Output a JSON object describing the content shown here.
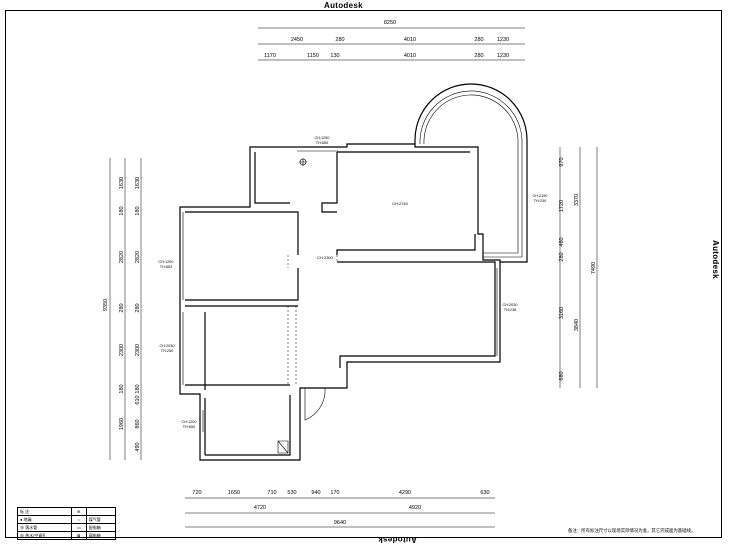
{
  "brand": {
    "top": "Autodesk",
    "right": "Autodesk",
    "bottom": "Autodesk"
  },
  "dimensions": {
    "top_total": "8250",
    "top_row1": [
      "2450",
      "280",
      "4010",
      "280",
      "1230"
    ],
    "top_row2": [
      "1170",
      "1150",
      "130",
      "4010",
      "280",
      "1230"
    ],
    "bottom_row1": [
      "720",
      "1650",
      "710",
      "530",
      "940",
      "170",
      "4290",
      "630"
    ],
    "bottom_row2": [
      "4720",
      "4920"
    ],
    "bottom_total": "9640",
    "left_total": "9350",
    "left_outer": [
      "1630",
      "180",
      "2820",
      "280",
      "2300",
      "180",
      "1960"
    ],
    "left_inner": [
      "1630",
      "180",
      "2820",
      "280",
      "2300",
      "180",
      "610",
      "860",
      "490"
    ],
    "right_row1": [
      "970",
      "1720",
      "460",
      "280",
      "3160",
      "680"
    ],
    "right_row2": [
      "3370",
      "3840"
    ],
    "right_total": "7490"
  },
  "openings": [
    {
      "lines": [
        "CH:1250",
        "TH:650"
      ]
    },
    {
      "lines": [
        "CH:2150",
        "TH:230"
      ]
    },
    {
      "lines": [
        "CH:1250",
        "TH:653"
      ]
    },
    {
      "lines": [
        "CH:2030",
        "TH:250"
      ]
    },
    {
      "lines": [
        "CH:1200",
        "TH:650"
      ]
    },
    {
      "lines": [
        "CH:2030",
        "TH:238"
      ]
    }
  ],
  "room_labels": {
    "living": "CH:2740",
    "passage": "CH:2300"
  },
  "legend": {
    "header_left": "标 注",
    "rows": [
      {
        "left": "地漏",
        "right": "煤气管"
      },
      {
        "left": "落水管",
        "right": "配电箱"
      },
      {
        "left": "热水/空调孔",
        "right": "弱电箱"
      }
    ]
  },
  "note": "备注：所有标注尺寸以现场实际情况为准，其它完成面为基础线。"
}
